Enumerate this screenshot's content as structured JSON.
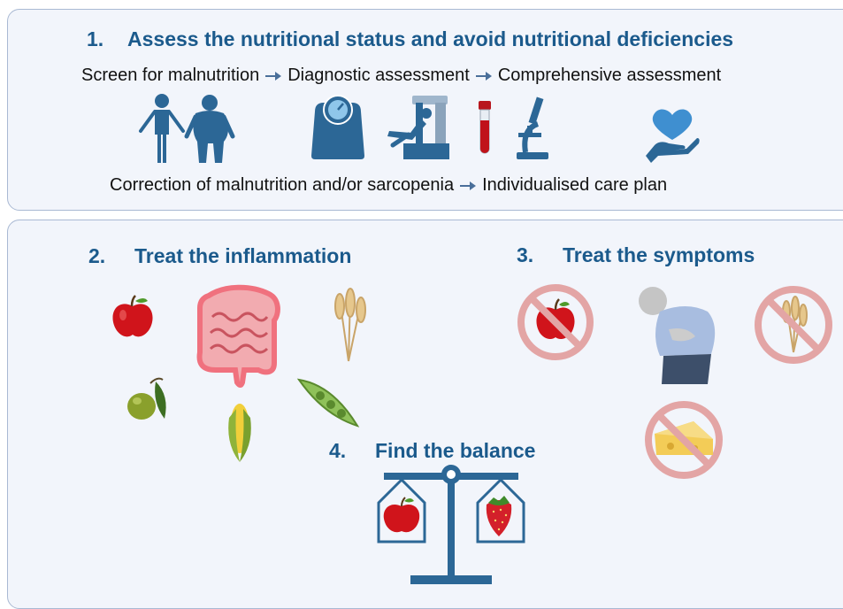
{
  "section1": {
    "number": "1.",
    "title": "Assess the nutritional status and avoid nutritional deficiencies",
    "step1": "Screen for malnutrition",
    "step2": "Diagnostic assessment",
    "step3": "Comprehensive assessment",
    "outcome1": "Correction of malnutrition and/or sarcopenia",
    "outcome2": "Individualised care plan"
  },
  "section2": {
    "number": "2.",
    "title": "Treat the inflammation"
  },
  "section3": {
    "number": "3.",
    "title": "Treat the symptoms"
  },
  "section4": {
    "number": "4.",
    "title": "Find the balance"
  },
  "colors": {
    "heading": "#1b5a8c",
    "icon_blue": "#2c6796",
    "panel_bg": "#f2f5fb",
    "panel_border": "#a9b9d3",
    "prohibit": "#e3a5a5",
    "apple_red": "#d0141b"
  },
  "icons": [
    "people-icon",
    "scale-icon",
    "body-composition-machine-icon",
    "blood-tube-icon",
    "microscope-icon",
    "heart-in-hand-icon",
    "apple-icon",
    "intestine-icon",
    "wheat-icon",
    "olive-icon",
    "corn-icon",
    "pea-pod-icon",
    "no-apple-icon",
    "abdominal-pain-person-icon",
    "no-wheat-icon",
    "no-cheese-icon",
    "balance-scale-icon",
    "strawberry-icon"
  ]
}
